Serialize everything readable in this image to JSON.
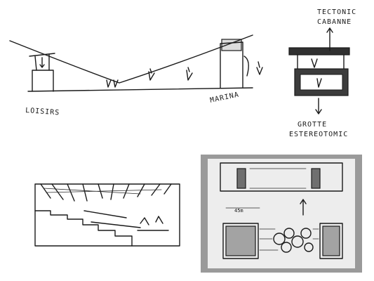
{
  "sketch1": {
    "label_left": "LOISIRS",
    "label_right": "MARINA"
  },
  "sketch2": {
    "label_top_1": "TECTONIC",
    "label_top_2": "CABANNE",
    "label_bottom_1": "GROTTE",
    "label_bottom_2": "ESTEREOTOMIC"
  },
  "sketch4": {
    "dimension_label": "45m"
  },
  "colors": {
    "ink": "#1a1a1a",
    "paper": "#ffffff",
    "photo_bg": "#9a9a9a"
  }
}
